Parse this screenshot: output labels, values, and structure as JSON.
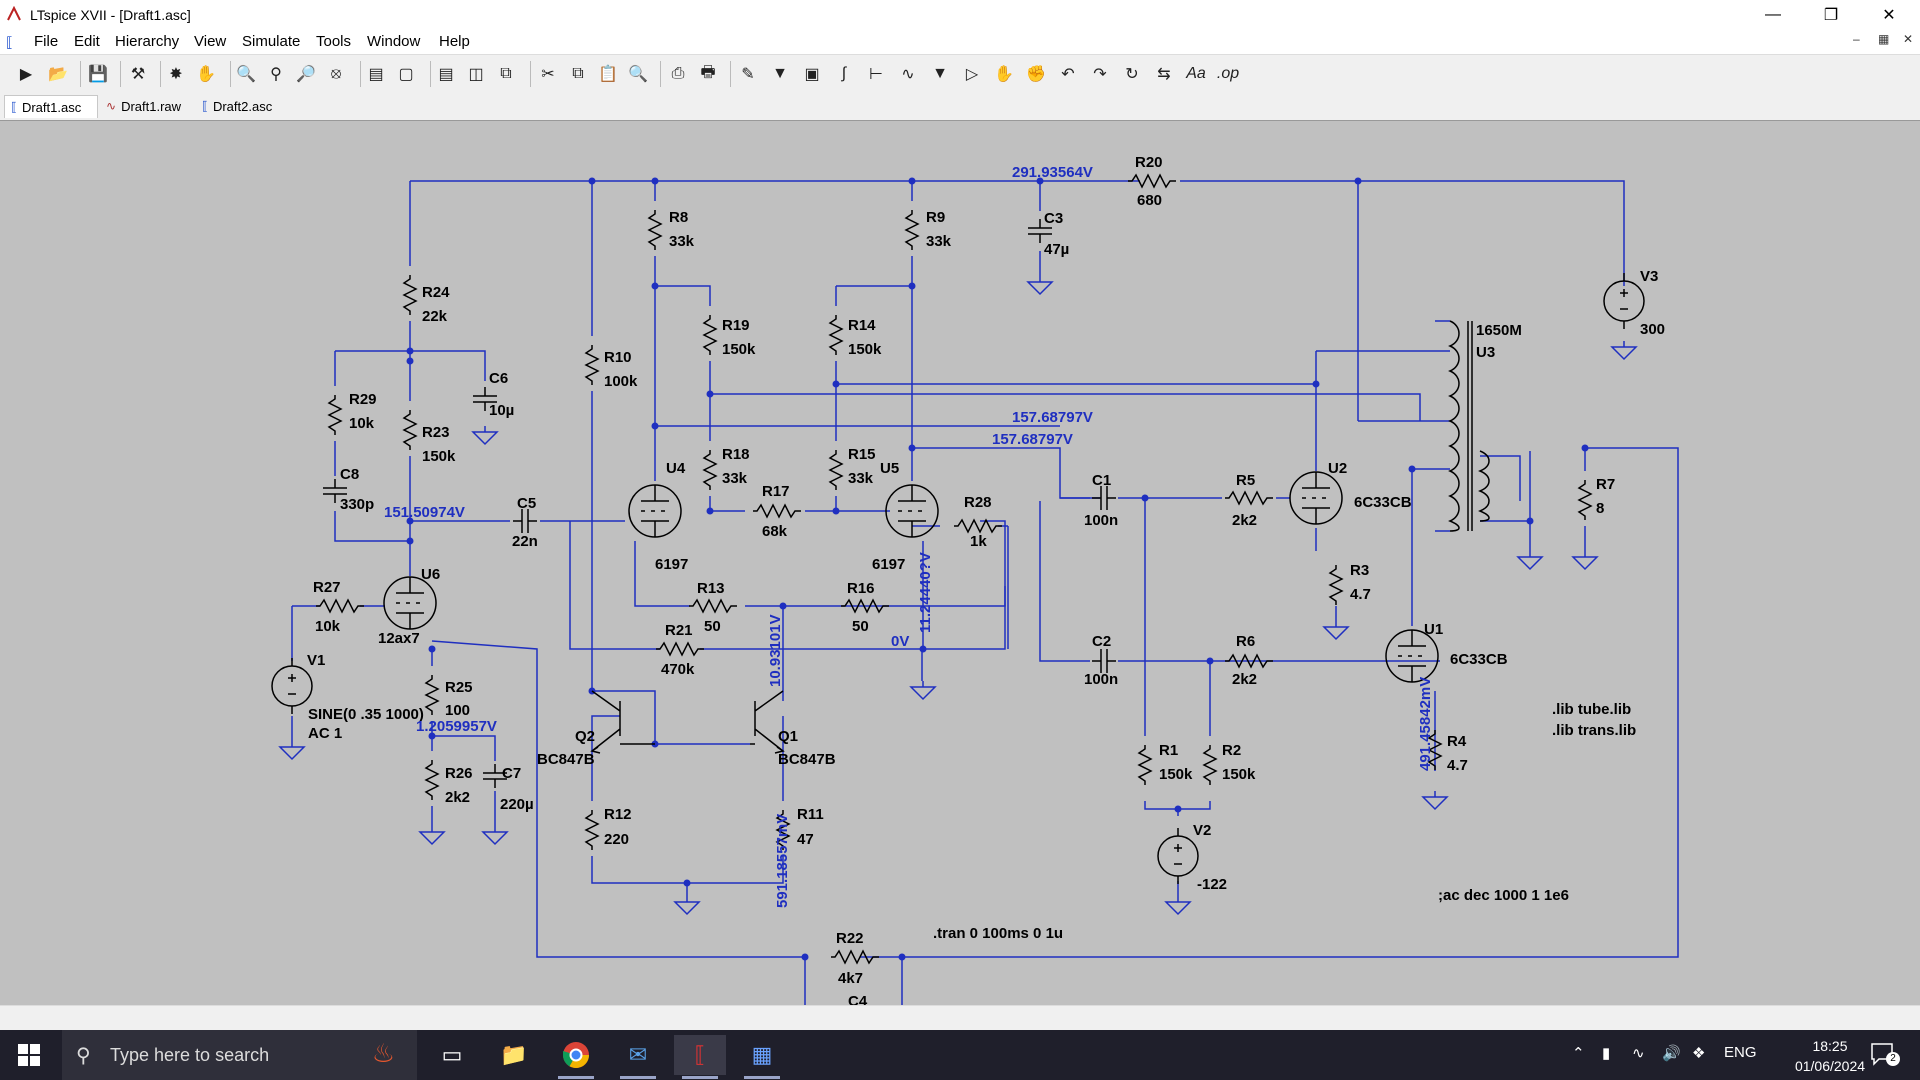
{
  "window": {
    "title": "LTspice XVII - [Draft1.asc]"
  },
  "menu": [
    "File",
    "Edit",
    "Hierarchy",
    "View",
    "Simulate",
    "Tools",
    "Window",
    "Help"
  ],
  "toolbar_icons": [
    "run-icon",
    "open-icon",
    "save-icon",
    "control-panel-icon",
    "halt-icon",
    "pan-icon",
    "zoom-in-icon",
    "zoom-fit-icon",
    "zoom-out-icon",
    "zoom-cancel-icon",
    "autorange-icon",
    "full-view-icon",
    "tile-horizontal-icon",
    "tile-vertical-icon",
    "cascade-icon",
    "cut-icon",
    "copy-icon",
    "paste-icon",
    "find-icon",
    "print-setup-icon",
    "print-icon",
    "draw-wire-icon",
    "ground-icon",
    "label-net-icon",
    "resistor-icon",
    "capacitor-icon",
    "inductor-icon",
    "diode-icon",
    "component-icon",
    "move-icon",
    "drag-icon",
    "undo-icon",
    "redo-icon",
    "rotate-icon",
    "mirror-icon",
    "text-icon",
    "spice-directive-icon"
  ],
  "tabs": [
    {
      "label": "Draft1.asc",
      "icon": "schematic-icon",
      "active": true
    },
    {
      "label": "Draft1.raw",
      "icon": "waveform-icon",
      "active": false
    },
    {
      "label": "Draft2.asc",
      "icon": "schematic-icon",
      "active": false
    }
  ],
  "schematic": {
    "colors": {
      "background": "#c0c0c0",
      "wire": "#1f2fc0",
      "component": "#000000",
      "netlabel": "#1f2fc0"
    },
    "components": [
      {
        "ref": "R20",
        "value": "680"
      },
      {
        "ref": "C3",
        "value": "47µ"
      },
      {
        "ref": "V3",
        "value": "300"
      },
      {
        "ref": "R8",
        "value": "33k"
      },
      {
        "ref": "R9",
        "value": "33k"
      },
      {
        "ref": "R24",
        "value": "22k"
      },
      {
        "ref": "R19",
        "value": "150k"
      },
      {
        "ref": "R14",
        "value": "150k"
      },
      {
        "ref": "R10",
        "value": "100k"
      },
      {
        "ref": "C6",
        "value": "10µ"
      },
      {
        "ref": "R29",
        "value": "10k"
      },
      {
        "ref": "R23",
        "value": "150k"
      },
      {
        "ref": "R18",
        "value": "33k"
      },
      {
        "ref": "R15",
        "value": "33k"
      },
      {
        "ref": "C8",
        "value": "330p"
      },
      {
        "ref": "C5",
        "value": "22n"
      },
      {
        "ref": "R17",
        "value": "68k"
      },
      {
        "ref": "U4",
        "value": "6197"
      },
      {
        "ref": "U5",
        "value": "6197"
      },
      {
        "ref": "R28",
        "value": "1k"
      },
      {
        "ref": "U6",
        "value": "12ax7"
      },
      {
        "ref": "R27",
        "value": "10k"
      },
      {
        "ref": "R13",
        "value": "50"
      },
      {
        "ref": "R16",
        "value": "50"
      },
      {
        "ref": "R21",
        "value": "470k"
      },
      {
        "ref": "V1",
        "value": "SINE(0 .35 1000)"
      },
      {
        "ref": "R25",
        "value": "100"
      },
      {
        "ref": "R26",
        "value": "2k2"
      },
      {
        "ref": "C7",
        "value": "220µ"
      },
      {
        "ref": "Q2",
        "value": "BC847B"
      },
      {
        "ref": "Q1",
        "value": "BC847B"
      },
      {
        "ref": "R12",
        "value": "220"
      },
      {
        "ref": "R11",
        "value": "47"
      },
      {
        "ref": "C1",
        "value": "100n"
      },
      {
        "ref": "R5",
        "value": "2k2"
      },
      {
        "ref": "U2",
        "value": "6C33CB"
      },
      {
        "ref": "R3",
        "value": "4.7"
      },
      {
        "ref": "U3",
        "value": "1650M"
      },
      {
        "ref": "R7",
        "value": "8"
      },
      {
        "ref": "C2",
        "value": "100n"
      },
      {
        "ref": "R6",
        "value": "2k2"
      },
      {
        "ref": "U1",
        "value": "6C33CB"
      },
      {
        "ref": "R4",
        "value": "4.7"
      },
      {
        "ref": "R1",
        "value": "150k"
      },
      {
        "ref": "R2",
        "value": "150k"
      },
      {
        "ref": "V2",
        "value": "-122"
      },
      {
        "ref": "R22",
        "value": "4k7"
      },
      {
        "ref": "C4",
        "value": ""
      }
    ],
    "v1_ac": "AC 1",
    "voltages": {
      "n1": "291.93564V",
      "n2": "157.68797V",
      "n3": "157.68797V",
      "n4": "151.50974V",
      "n5": "1.2059957V",
      "n6": "10.93101V",
      "n7": "11.24440?V",
      "n8": "0V",
      "n9": "591.18557mV",
      "n10": "491.45842mV"
    },
    "directives": [
      ".lib tube.lib",
      ".lib trans.lib",
      ";ac dec 1000 1 1e6",
      ".tran 0 100ms 0 1u"
    ]
  },
  "taskbar": {
    "search_placeholder": "Type here to search",
    "apps": [
      "taskview-icon",
      "file-explorer-icon",
      "chrome-icon",
      "mail-icon",
      "ltspice-icon",
      "calculator-icon"
    ],
    "language": "ENG",
    "time": "18:25",
    "date": "01/06/2024",
    "notifications": "2"
  }
}
